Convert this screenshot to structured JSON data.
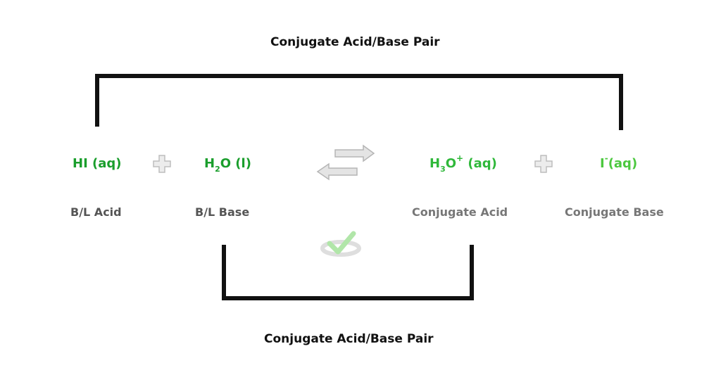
{
  "top_pair_label": "Conjugate Acid/Base Pair",
  "bottom_pair_label": "Conjugate Acid/Base Pair",
  "species": {
    "hi": {
      "main": "HI (aq)",
      "role": "B/L Acid",
      "color": "#1a9e2c",
      "role_color": "#555555"
    },
    "water": {
      "h": "H",
      "sub": "2",
      "rest": "O (l)",
      "role": "B/L Base",
      "color": "#1a9e2c",
      "role_color": "#555555"
    },
    "hydronium": {
      "h": "H",
      "sub": "3",
      "o": "O",
      "sup": "+",
      "rest": "(aq)",
      "role": "Conjugate Acid",
      "color": "#2fb83a",
      "role_color": "#777777"
    },
    "iodide": {
      "i": "I",
      "sup": "-",
      "rest": "(aq)",
      "role": "Conjugate Base",
      "color": "#4cc83f",
      "role_color": "#777777"
    }
  },
  "colors": {
    "bracket": "#111111",
    "plus": "#c8c8c8",
    "arrow_fill": "#e2e2e2",
    "arrow_stroke": "#b0b0b0",
    "check": "#8fd88a"
  },
  "icons": [
    "plus-icon",
    "equilibrium-arrows-icon",
    "check-mark-logo-icon"
  ]
}
